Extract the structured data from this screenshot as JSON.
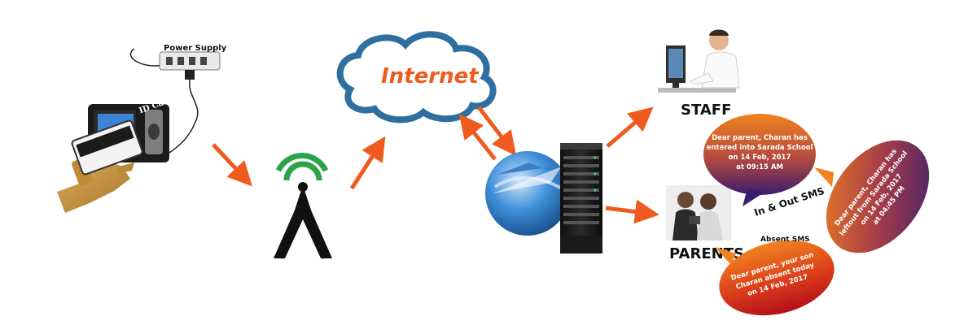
{
  "labels": {
    "power_supply": "Power Supply",
    "id_card": "ID Card",
    "internet": "Internet",
    "staff": "STAFF",
    "parents": "PARENTS",
    "in_out_sms": "In & Out SMS",
    "absent_sms": "Absent SMS"
  },
  "messages": {
    "entered": [
      "Dear parent, Charan has",
      "entered into Sarada School",
      "on 14 Feb, 2017",
      "at 09:15 AM"
    ],
    "left": [
      "Dear parent, Charan has",
      "leftout from Sarada School",
      "on 14 Feb, 2017",
      "at 04:45 PM"
    ],
    "absent": [
      "Dear parent, your son",
      "Charan absent today",
      "on 14 Feb, 2017"
    ]
  },
  "colors": {
    "arrow": "#ef5b1e",
    "cloud": "#2e6fa0",
    "internet_text": "#ef5b1e",
    "signal_green": "#2aa34a",
    "hand": "#c8953e",
    "bubble_top": "#f2821f",
    "bubble_bottom_purple": "#3a1d6e",
    "bubble_bottom_red": "#c8161d",
    "globe": "#2a79c4"
  },
  "icons": [
    "biometric-device-icon",
    "power-strip-icon",
    "hand-icon",
    "antenna-tower-icon",
    "cloud-icon",
    "globe-icon",
    "server-rack-icon",
    "staff-at-computer-icon",
    "parents-photo-icon"
  ]
}
